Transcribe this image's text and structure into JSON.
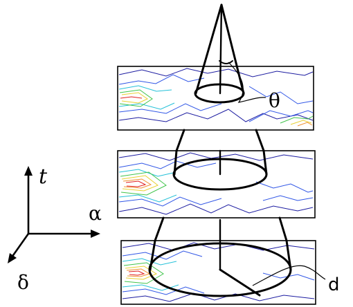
{
  "labels": {
    "theta": "θ",
    "t": "t",
    "alpha": "α",
    "delta": "δ",
    "d": "d"
  },
  "colors": {
    "outline": "#000000",
    "contour_blue_dark": "#1a1aa0",
    "contour_blue": "#2f55e6",
    "contour_cyan": "#22c0d8",
    "contour_green": "#3fc34a",
    "contour_yellow": "#e8d030",
    "contour_orange": "#f09030",
    "contour_red": "#e02020"
  },
  "slices": [
    {
      "name": "top-slice"
    },
    {
      "name": "middle-slice"
    },
    {
      "name": "bottom-slice"
    }
  ]
}
